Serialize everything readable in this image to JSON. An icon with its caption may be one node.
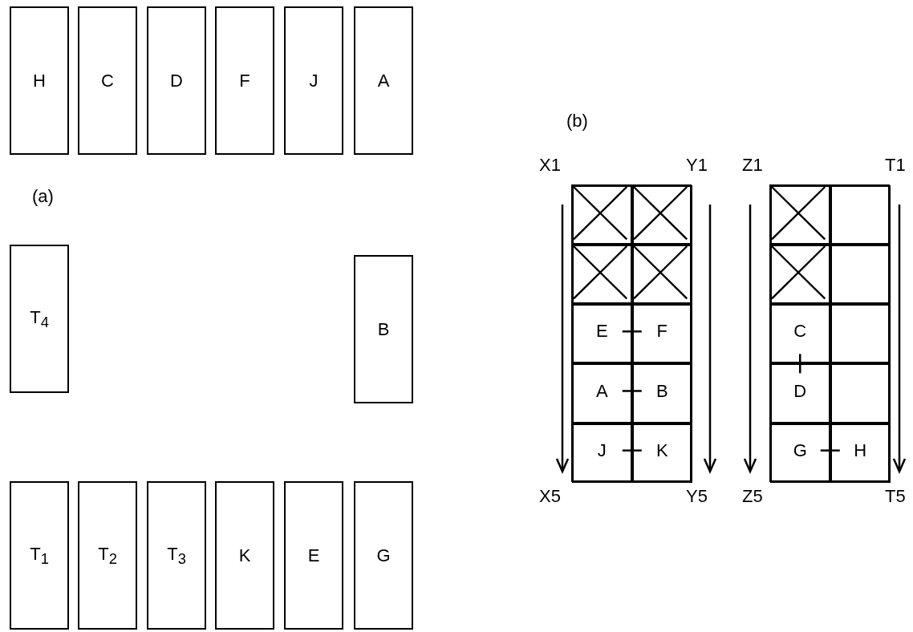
{
  "diagram": {
    "nodes": [
      {
        "text": [
          "H"
        ]
      },
      {
        "text": [
          "C"
        ]
      },
      {
        "text": [
          "D"
        ]
      },
      {
        "text": [
          "F"
        ]
      },
      {
        "text": [
          "J"
        ]
      },
      {
        "text": [
          "A"
        ]
      },
      {
        "text": [
          "T$_{4}$"
        ]
      },
      {
        "text": [
          "B"
        ]
      },
      {
        "text": [
          "T$_{1}$"
        ]
      },
      {
        "text": [
          "T$_{2}$"
        ]
      },
      {
        "text": [
          "T$_{3}$"
        ]
      },
      {
        "text": [
          "K"
        ]
      },
      {
        "text": [
          "E"
        ]
      },
      {
        "text": [
          "G"
        ]
      },
      {
        "text": [],
        "shape": "box"
      },
      {
        "text": [],
        "shape": "cross",
        "in": 14
      },
      {
        "text": [],
        "shape": "cross",
        "in": 14
      },
      {
        "text": [],
        "shape": "cross",
        "in": 14
      },
      {
        "text": [],
        "shape": "cross",
        "in": 14
      },
      {
        "text": [
          "E"
        ],
        "in": 14
      },
      {
        "text": [
          "F"
        ],
        "in": 14
      },
      {
        "text": [
          "A"
        ],
        "in": 14
      },
      {
        "text": [
          "B"
        ],
        "in": 14
      },
      {
        "text": [
          "J"
        ],
        "in": 14
      },
      {
        "text": [
          "K"
        ],
        "in": 14
      },
      {
        "text": [],
        "shape": "box"
      },
      {
        "text": [],
        "shape": "cross",
        "in": 25
      },
      {
        "text": [],
        "shape": "box",
        "in": 25
      },
      {
        "text": [],
        "shape": "cross",
        "in": 25
      },
      {
        "text": [],
        "shape": "box",
        "in": 25
      },
      {
        "text": [
          "C"
        ],
        "in": 25
      },
      {
        "text": [],
        "shape": "box",
        "in": 25
      },
      {
        "text": [
          "D"
        ],
        "in": 25
      },
      {
        "text": [],
        "shape": "box",
        "in": 25
      },
      {
        "text": [
          "G"
        ],
        "in": 25
      },
      {
        "text": [
          "H"
        ],
        "in": 25
      }
    ],
    "edges": [
      {
        "from": 19,
        "to": 20,
        "arrow": "none"
      },
      {
        "from": 21,
        "to": 22,
        "arrow": "none"
      },
      {
        "from": 23,
        "to": 24,
        "arrow": "none"
      },
      {
        "from": 30,
        "to": 32,
        "arrow": "none"
      },
      {
        "from": 34,
        "to": 35,
        "arrow": "none"
      }
    ],
    "labels": [
      "(a)",
      "(b)",
      "X1",
      "Y1",
      "Z1",
      "T1",
      "X5",
      "Y5",
      "Z5",
      "T5"
    ]
  }
}
